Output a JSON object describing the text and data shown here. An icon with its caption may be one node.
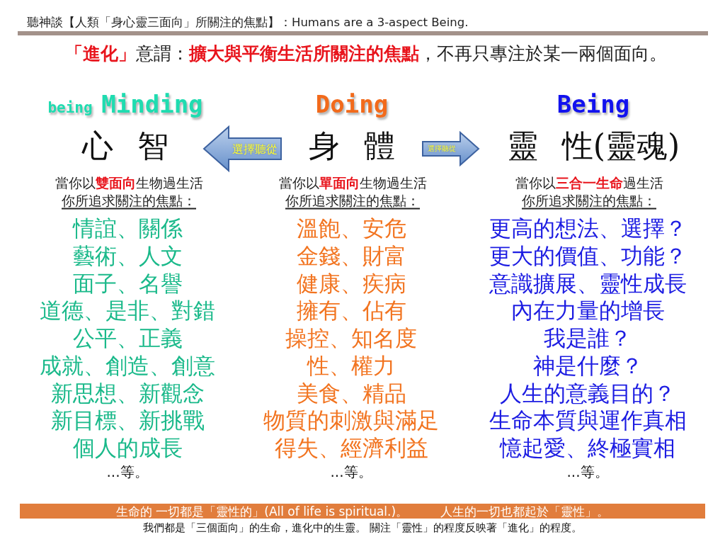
{
  "diagram": {
    "title": "聽神談【人類「身心靈三面向」所關注的焦點】：Humans are a 3-aspect Being.",
    "caption": "我們都是「三個面向」的生命，進化中的生靈。 關注「靈性」的程度反映著「進化」的程度。",
    "nodes": [
      {
        "text": [
          "being Minding",
          "心 智"
        ],
        "beside": [
          "當你以**雙面向**生物過生活",
          "你所追求關注的焦點：",
          "情誼、關係",
          "藝術、人文",
          "面子、名譽",
          "道德、是非、對錯",
          "公平、正義",
          "成就、創造、創意",
          "新思想、新觀念",
          "新目標、新挑戰",
          "個人的成長",
          "...等。"
        ]
      },
      {
        "text": [
          "Doing",
          "身 體"
        ],
        "beside": [
          "當你以**單面向**生物過生活",
          "你所追求關注的焦點：",
          "溫飽、安危",
          "金錢、財富",
          "健康、疾病",
          "擁有、佔有",
          "操控、知名度",
          "性、權力",
          "美食、精品",
          "物質的刺激與滿足",
          "得失、經濟利益",
          "...等。"
        ]
      },
      {
        "text": [
          "Being",
          "靈 性(靈魂)"
        ],
        "beside": [
          "當你以**三合一生命**過生活",
          "你所追求關注的焦點：",
          "更高的想法、選擇？",
          "更大的價值、功能？",
          "意識擴展、靈性成長",
          "內在力量的增長",
          "我是誰？",
          "神是什麼？",
          "人生的意義目的？",
          "生命本質與運作真相",
          "憶起愛、終極實相",
          "...等。"
        ]
      },
      {
        "text": [
          "生命的 一切都是「靈性的」(All of life is spiritual.)。",
          "人生的一切也都起於「靈性」。"
        ]
      }
    ],
    "edges": [
      {
        "from": 1,
        "to": 0,
        "arrow": "to",
        "label": "選擇聽從"
      },
      {
        "from": 1,
        "to": 2,
        "arrow": "to",
        "label": "選擇聽從"
      }
    ],
    "labels": [
      "**「進化」**意謂：**擴大與平衡生活所關注的焦點**，不再只專注於某一兩個面向。"
    ]
  }
}
